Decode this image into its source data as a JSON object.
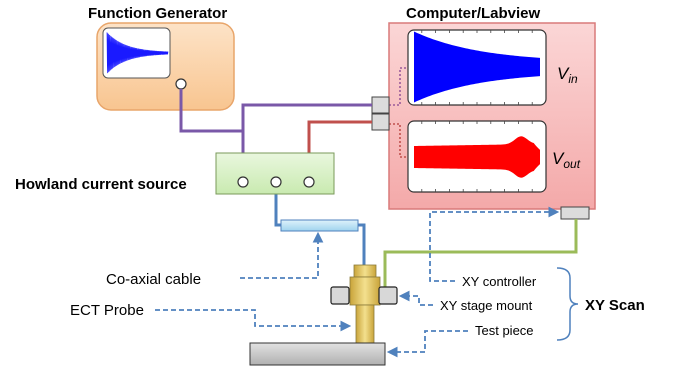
{
  "labels": {
    "function_generator": "Function Generator",
    "computer_labview": "Computer/Labview",
    "howland_current_source": "Howland current source",
    "coaxial_cable": "Co-axial cable",
    "ect_probe": "ECT Probe",
    "xy_controller": "XY controller",
    "xy_stage_mount": "XY stage mount",
    "test_piece": "Test piece",
    "xy_scan": "XY Scan",
    "v_in": "V",
    "v_in_sub": "in",
    "v_out": "V",
    "v_out_sub": "out"
  },
  "colors": {
    "function_generator_fill": "#fbd2a6",
    "function_generator_stroke": "#e8a56a",
    "computer_fill": "#f9c5c5",
    "computer_stroke": "#d97a7a",
    "current_source_fill": "#d6f0c2",
    "input_signal": "#0000ff",
    "output_signal": "#ff0000",
    "purple_wire": "#7a58a8",
    "red_wire": "#c0504d",
    "blue_wire": "#4f81bd",
    "green_wire": "#9bbb59",
    "dashed_arrow": "#4f81bd",
    "probe_fill": "#e6c96a",
    "cable_fill": "#bfe3f5",
    "test_piece_fill": "#c8c8c8"
  }
}
